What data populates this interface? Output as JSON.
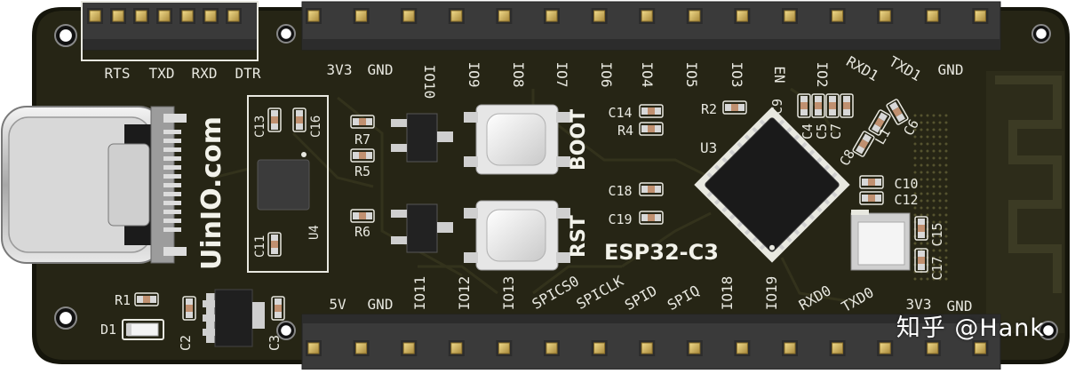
{
  "board": {
    "brand": "UinIO.com",
    "chip_label": "ESP32-C3",
    "chip_ref": "U3",
    "usb_chip_ref": "U4",
    "colors": {
      "pcb": "#262515",
      "pcb_edge": "#15150b",
      "silkscreen": "#e8e8e0",
      "header_plastic": "#3a3a3a",
      "pin_gold": "#d4b45c",
      "chip_body": "#1a1a1a",
      "button_body": "#e6e6e6"
    }
  },
  "debug_header": {
    "labels": [
      "RTS",
      "TXD",
      "RXD",
      "DTR"
    ]
  },
  "top_header": {
    "labels": [
      "3V3",
      "GND",
      "IO10",
      "IO9",
      "IO8",
      "IO7",
      "IO6",
      "IO4",
      "IO5",
      "IO3",
      "EN",
      "IO2",
      "RXD1",
      "TXD1",
      "GND"
    ]
  },
  "bottom_header": {
    "labels": [
      "5V",
      "GND",
      "IO11",
      "IO12",
      "IO13",
      "SPICS0",
      "SPICLK",
      "SPID",
      "SPIQ",
      "IO18",
      "IO19",
      "RXD0",
      "TXD0",
      "3V3",
      "GND"
    ]
  },
  "buttons": {
    "boot": "BOOT",
    "rst": "RST"
  },
  "components": {
    "c13": "C13",
    "c16": "C16",
    "c11": "C11",
    "r7": "R7",
    "r5": "R5",
    "r6": "R6",
    "c14": "C14",
    "r4": "R4",
    "r2": "R2",
    "c9": "C9",
    "c4": "C4",
    "c5": "C5",
    "c7": "C7",
    "l1": "L1",
    "c6": "C6",
    "c8": "C8",
    "c10": "C10",
    "c12": "C12",
    "c18": "C18",
    "c19": "C19",
    "c15": "C15",
    "c17": "C17",
    "r1": "R1",
    "d1": "D1",
    "c2": "C2",
    "c3": "C3"
  },
  "watermark": "知乎 @Hank"
}
